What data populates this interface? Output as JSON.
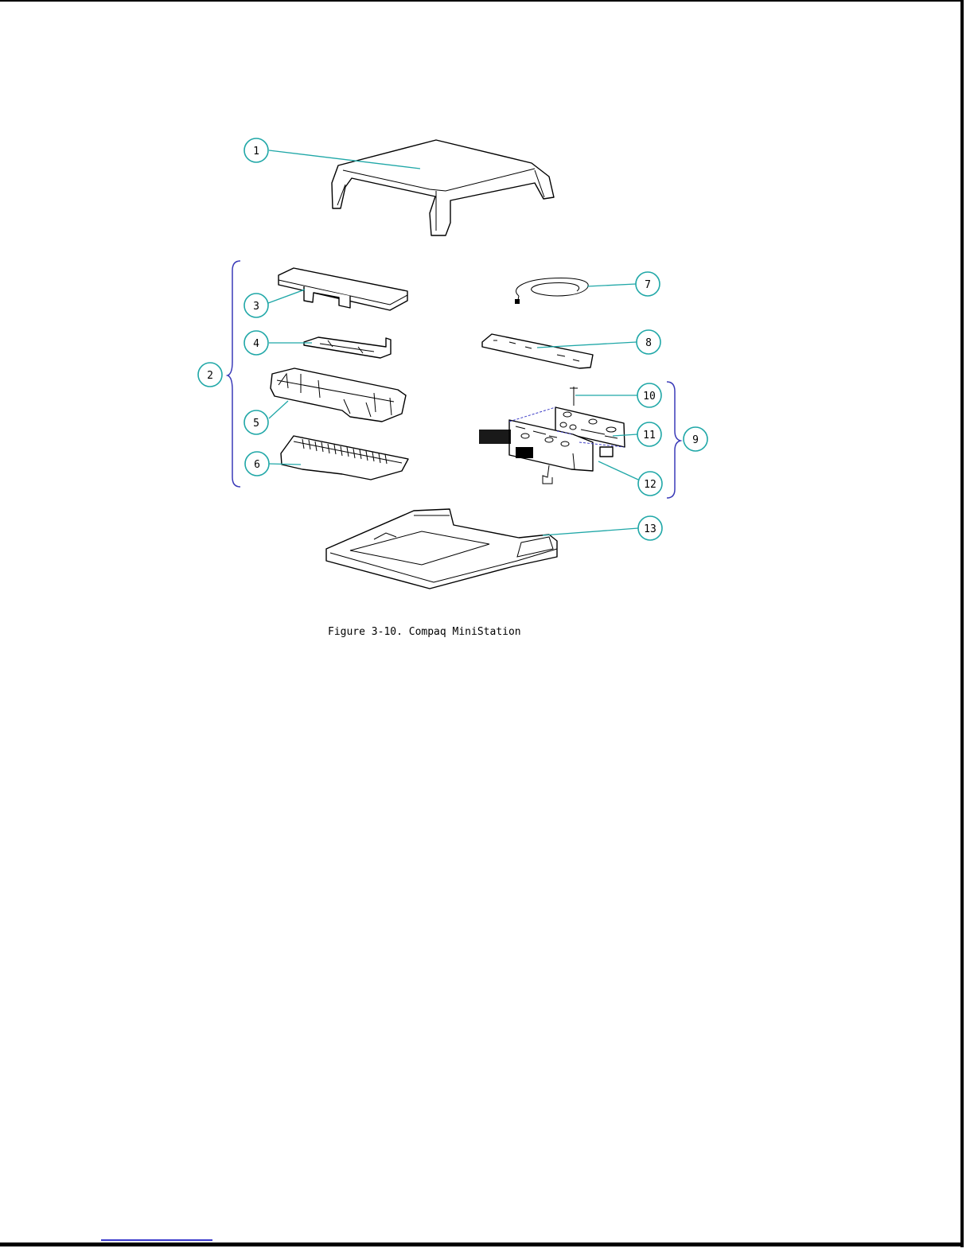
{
  "figure": {
    "caption": "Figure 3-10. Compaq MiniStation",
    "callouts": [
      "1",
      "2",
      "3",
      "4",
      "5",
      "6",
      "7",
      "8",
      "9",
      "10",
      "11",
      "12",
      "13"
    ]
  },
  "colors": {
    "callout_ring": "#1fa7a7",
    "brace": "#3a3ab8",
    "frame": "#000000",
    "footer_link": "#3a3acc"
  }
}
